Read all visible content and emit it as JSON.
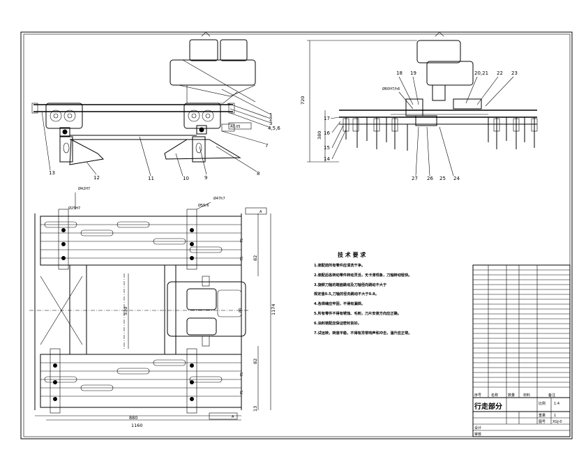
{
  "drawing": {
    "callouts_front": [
      "1",
      "2",
      "3",
      "4,5,6",
      "7",
      "8",
      "9",
      "10",
      "11",
      "12",
      "13"
    ],
    "callouts_side": [
      "14",
      "15",
      "16",
      "17",
      "18",
      "19",
      "20,21",
      "22",
      "23",
      "24",
      "25",
      "26",
      "27"
    ],
    "fits": {
      "front": "A0.05",
      "side": "Ø60H7/h6",
      "plan1": "Ø42H7",
      "plan2": "Ø47h7",
      "plan3": "Ø25H7",
      "plan4": "Ø55r6"
    },
    "dims": {
      "side_height": "720",
      "side_height2": "380",
      "plan_width": "1160",
      "plan_inner": "880",
      "plan_height": "1174",
      "plan_mid": "530",
      "plan_82a": "82",
      "plan_82b": "82",
      "plan_13": "13",
      "plan_75a": "75",
      "plan_75b": "75",
      "plan_75c": "75",
      "plan_75d": "75",
      "plan_60": "60"
    },
    "section_tags": {
      "top": "A",
      "bottom": "A"
    }
  },
  "tech_notes": {
    "title": "技 术 要 求",
    "lines": [
      "1.装配前所有零件应清洗干净。",
      "2.装配后各转动零件转动灵活，无卡滞现象，刀轴转动轻快。",
      "3.旋耕刀轴的端面跳动及刀轴径向跳动不大于",
      "   规定值0.5,刀轴的径向跳动不大于0.8。",
      "4.各焊缝应牢固，不得有漏焊。",
      "5.所有零件不得有锈蚀、毛刺，刀片安装方向应正确。",
      "6.油封装配应保证密封良好。",
      "7.试运转，转速平稳，不得有异常响声和冲击，温升应正常。"
    ]
  },
  "title_block": {
    "part_name": "行走部分",
    "scale_label": "比例",
    "scale_value": "1:4",
    "qty_label": "重量",
    "qty_value": "1",
    "sheet_label": "图号",
    "sheet_value": "XGJ-0",
    "designer_label": "设计",
    "checker_label": "审核",
    "header": [
      "序号",
      "名称",
      "数量",
      "材料",
      "备注"
    ]
  }
}
